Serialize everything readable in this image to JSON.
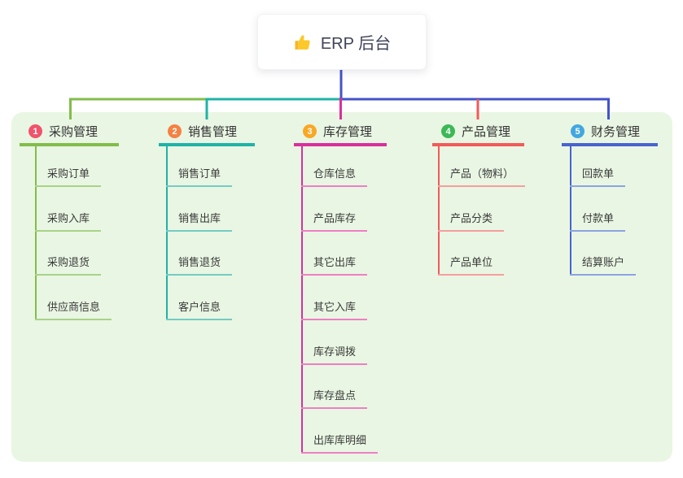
{
  "root": {
    "title": "ERP 后台",
    "icon": "thumbs-up-icon"
  },
  "branches": [
    {
      "index": "1",
      "label": "采购管理",
      "color": "#82bd4a",
      "child_color": "#a8d387",
      "badge_color": "#f0536b",
      "children": [
        "采购订单",
        "采购入库",
        "采购退货",
        "供应商信息"
      ]
    },
    {
      "index": "2",
      "label": "销售管理",
      "color": "#1fb3a7",
      "child_color": "#74ccc3",
      "badge_color": "#f58143",
      "children": [
        "销售订单",
        "销售出库",
        "销售退货",
        "客户信息"
      ]
    },
    {
      "index": "3",
      "label": "库存管理",
      "color": "#da2f9e",
      "child_color": "#ee7ec5",
      "badge_color": "#f9a825",
      "children": [
        "仓库信息",
        "产品库存",
        "其它出库",
        "其它入库",
        "库存调拨",
        "库存盘点",
        "出库库明细"
      ]
    },
    {
      "index": "4",
      "label": "产品管理",
      "color": "#f25a5a",
      "child_color": "#f59e9e",
      "badge_color": "#3cb857",
      "children": [
        "产品（物料）",
        "产品分类",
        "产品单位"
      ]
    },
    {
      "index": "5",
      "label": "财务管理",
      "color": "#4a63cf",
      "child_color": "#8ca3e2",
      "badge_color": "#42a7e0",
      "children": [
        "回款单",
        "付款单",
        "结算账户"
      ]
    }
  ],
  "colors": {
    "root_trunk": "#4353c9",
    "panel_bg": "#e9f6e3",
    "canvas_bg": "#ffffff"
  }
}
